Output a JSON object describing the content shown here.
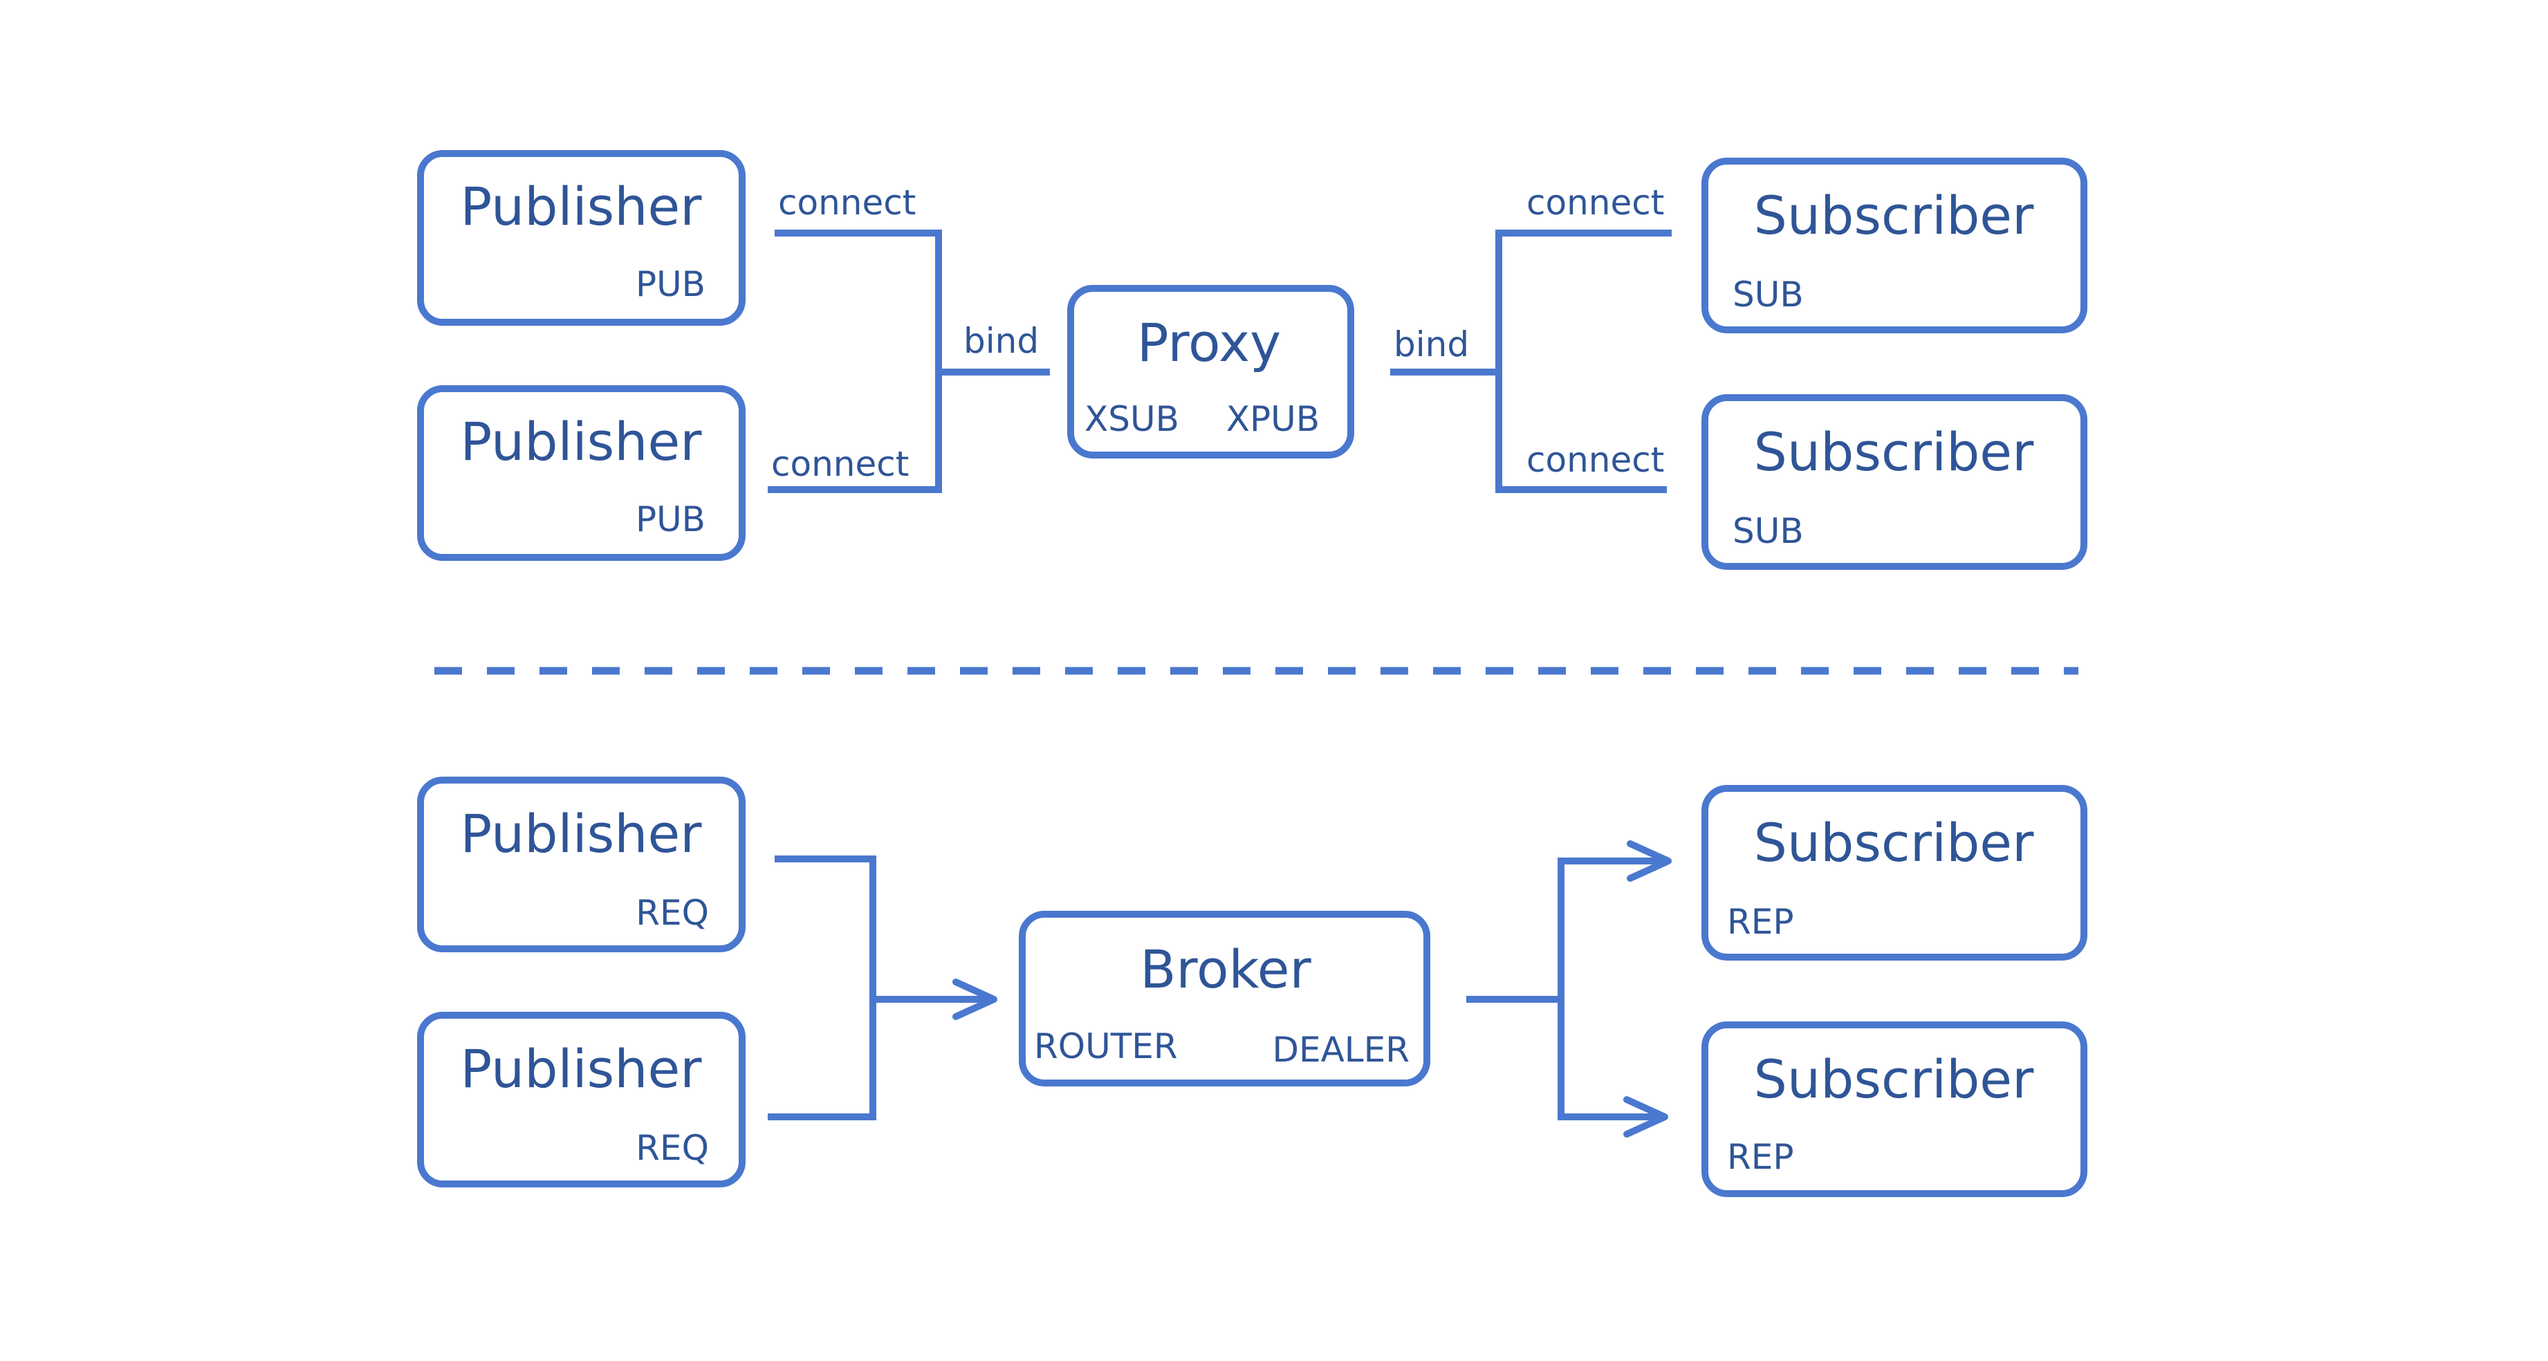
{
  "top": {
    "publishers": [
      {
        "title": "Publisher",
        "socket": "PUB"
      },
      {
        "title": "Publisher",
        "socket": "PUB"
      }
    ],
    "proxy": {
      "title": "Proxy",
      "left_socket": "XSUB",
      "right_socket": "XPUB"
    },
    "subscribers": [
      {
        "title": "Subscriber",
        "socket": "SUB"
      },
      {
        "title": "Subscriber",
        "socket": "SUB"
      }
    ],
    "edges": {
      "pub1_connect": "connect",
      "pub2_connect": "connect",
      "proxy_in_bind": "bind",
      "proxy_out_bind": "bind",
      "sub1_connect": "connect",
      "sub2_connect": "connect"
    }
  },
  "bottom": {
    "publishers": [
      {
        "title": "Publisher",
        "socket": "REQ"
      },
      {
        "title": "Publisher",
        "socket": "REQ"
      }
    ],
    "broker": {
      "title": "Broker",
      "left_socket": "ROUTER",
      "right_socket": "DEALER"
    },
    "subscribers": [
      {
        "title": "Subscriber",
        "socket": "REP"
      },
      {
        "title": "Subscriber",
        "socket": "REP"
      }
    ]
  },
  "colors": {
    "stroke": "#4a78cf",
    "text": "#2f5597"
  }
}
